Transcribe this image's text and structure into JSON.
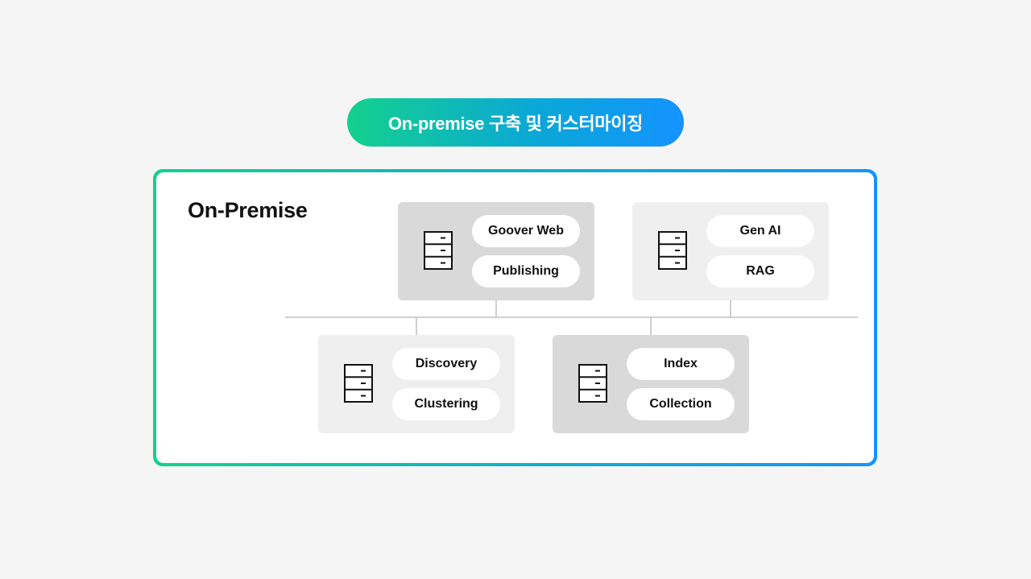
{
  "header": {
    "title": "On-premise 구축 및 커스터마이징"
  },
  "frame": {
    "title": "On-Premise"
  },
  "servers": [
    {
      "items": [
        "Goover Web",
        "Publishing"
      ]
    },
    {
      "items": [
        "Gen AI",
        "RAG"
      ]
    },
    {
      "items": [
        "Discovery",
        "Clustering"
      ]
    },
    {
      "items": [
        "Index",
        "Collection"
      ]
    }
  ],
  "colors": {
    "gradient_start": "#14d18c",
    "gradient_end": "#1493ff",
    "box_dark": "#d9d9d9",
    "box_light": "#efefef",
    "connector": "#cfcfcf"
  },
  "icons": {
    "server": "server-rack-icon"
  }
}
